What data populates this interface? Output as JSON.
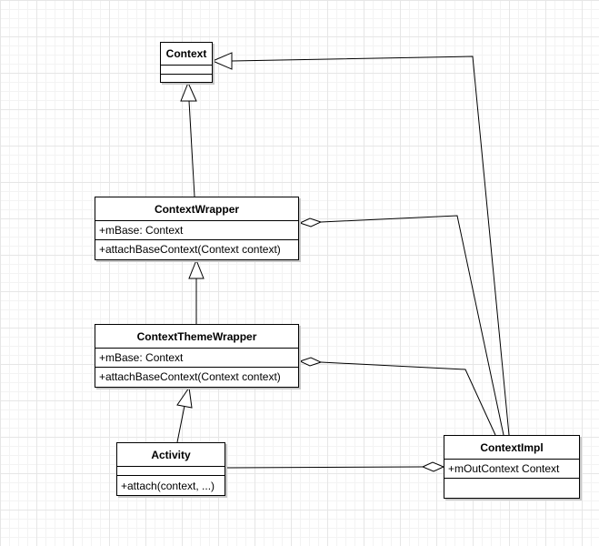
{
  "diagram": {
    "classes": {
      "context": {
        "name": "Context",
        "attributes": [],
        "operations": []
      },
      "context_wrapper": {
        "name": "ContextWrapper",
        "attributes": [
          "+mBase: Context"
        ],
        "operations": [
          "+attachBaseContext(Context context)"
        ]
      },
      "context_theme_wrapper": {
        "name": "ContextThemeWrapper",
        "attributes": [
          "+mBase: Context"
        ],
        "operations": [
          "+attachBaseContext(Context context)"
        ]
      },
      "activity": {
        "name": "Activity",
        "attributes": [],
        "operations": [
          "+attach(context, ...)"
        ]
      },
      "context_impl": {
        "name": "ContextImpl",
        "attributes": [
          "+mOutContext Context"
        ],
        "operations": []
      }
    },
    "relations": [
      {
        "type": "generalization",
        "from": "ContextWrapper",
        "to": "Context"
      },
      {
        "type": "generalization",
        "from": "ContextImpl",
        "to": "Context"
      },
      {
        "type": "generalization",
        "from": "ContextThemeWrapper",
        "to": "ContextWrapper"
      },
      {
        "type": "generalization",
        "from": "Activity",
        "to": "ContextThemeWrapper"
      },
      {
        "type": "aggregation",
        "whole": "ContextWrapper",
        "part": "ContextImpl"
      },
      {
        "type": "aggregation",
        "whole": "ContextThemeWrapper",
        "part": "ContextImpl"
      },
      {
        "type": "aggregation",
        "whole": "ContextImpl",
        "part": "Activity"
      }
    ],
    "colors": {
      "line": "#000000",
      "box_fill": "#ffffff",
      "grid": "#e6e6e6"
    }
  }
}
